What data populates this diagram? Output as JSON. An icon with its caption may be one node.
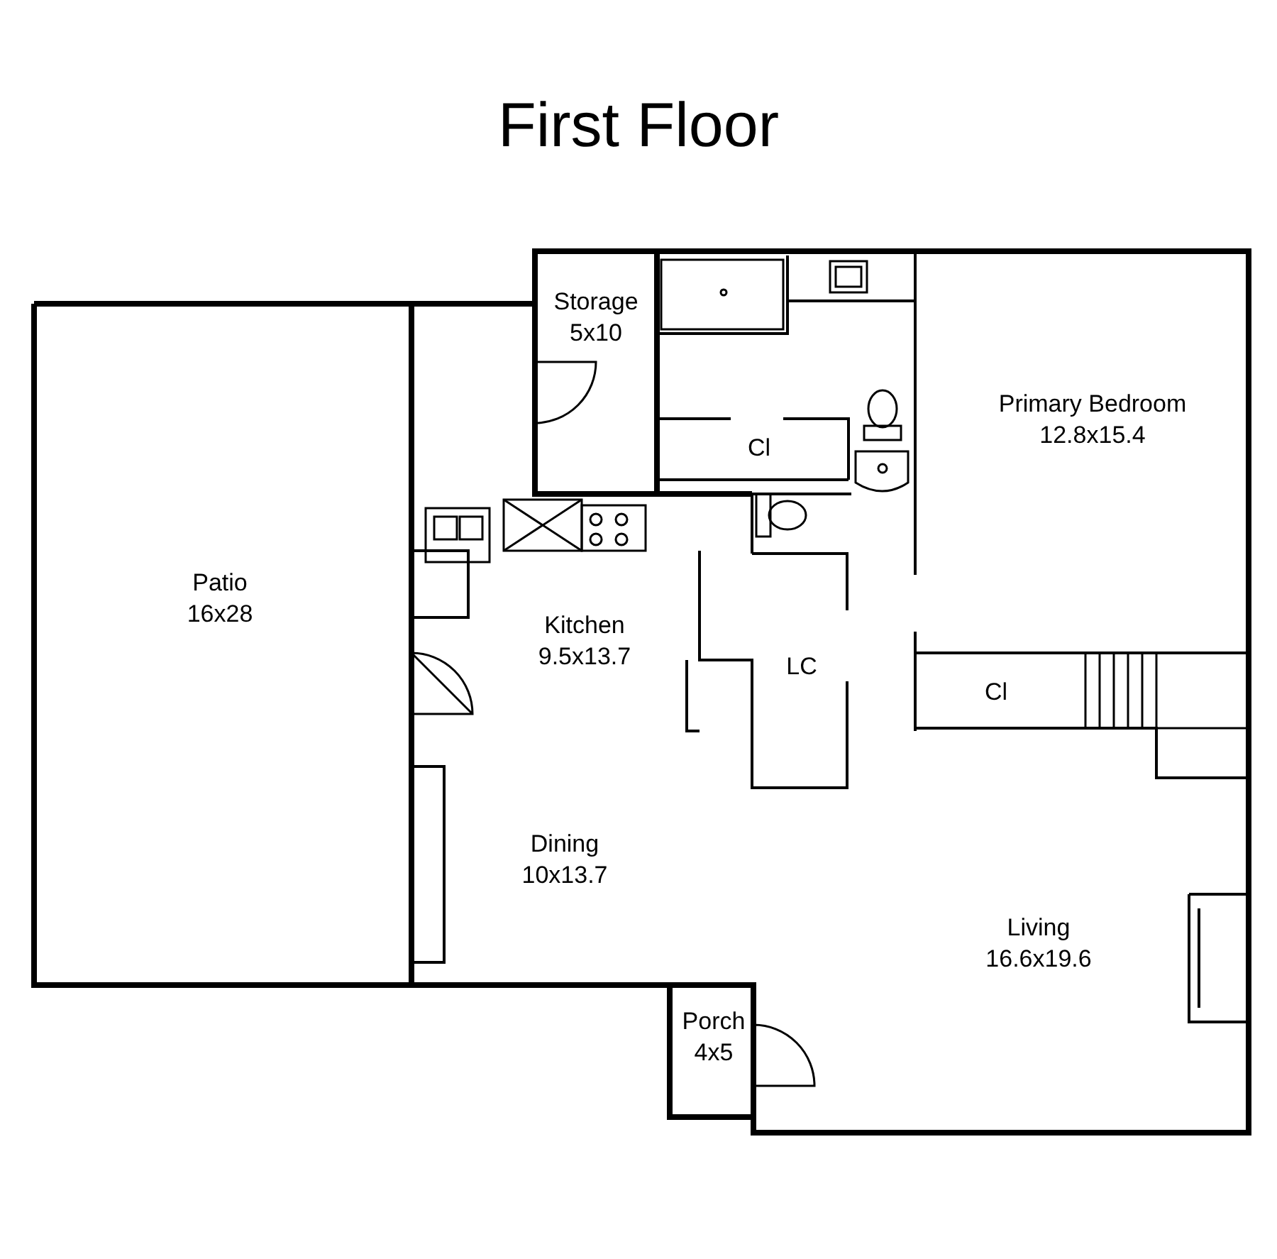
{
  "diagram": {
    "title": "First Floor",
    "nodes": [
      {
        "text": [
          "Storage",
          "5x10"
        ]
      },
      {
        "text": [
          "Primary Bedroom",
          "12.8x15.4"
        ]
      },
      {
        "text": [
          "Cl"
        ]
      },
      {
        "text": [
          "Patio",
          "16x28"
        ]
      },
      {
        "text": [
          "Kitchen",
          "9.5x13.7"
        ]
      },
      {
        "text": [
          "LC"
        ]
      },
      {
        "text": [
          "Cl"
        ]
      },
      {
        "text": [
          "Dining",
          "10x13.7"
        ]
      },
      {
        "text": [
          "Living",
          "16.6x19.6"
        ]
      },
      {
        "text": [
          "Porch",
          "4x5"
        ]
      }
    ]
  }
}
